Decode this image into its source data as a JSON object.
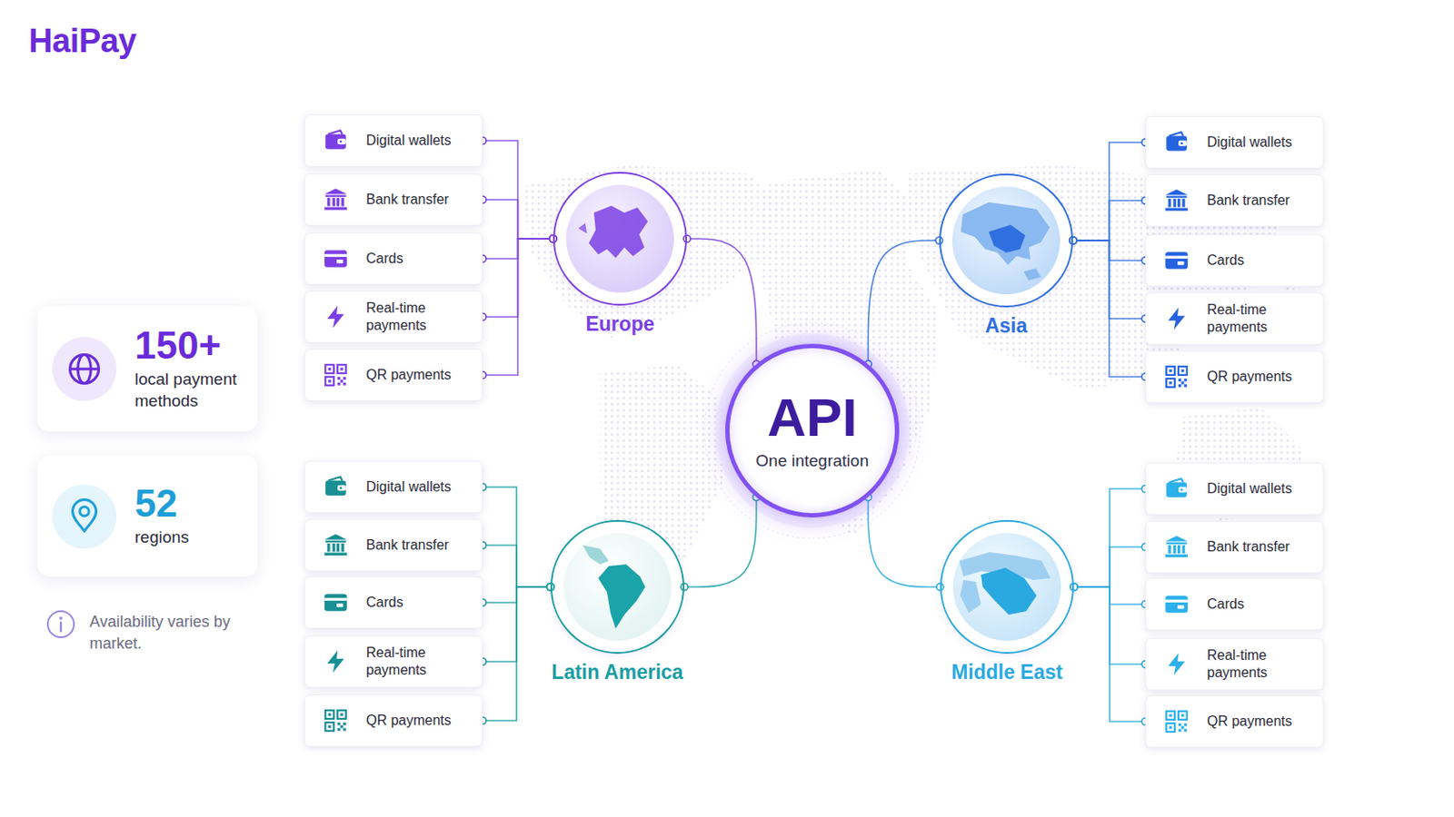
{
  "diagram": {
    "nodes": [
      {
        "text": [
          "150+",
          "local payment methods"
        ]
      },
      {
        "text": [
          "52",
          "regions"
        ]
      },
      {
        "text": [
          "Europe"
        ]
      },
      {
        "text": [
          "Asia"
        ]
      },
      {
        "text": [
          "API",
          "One integration"
        ]
      },
      {
        "text": [
          "Latin America"
        ]
      },
      {
        "text": [
          "Middle East"
        ]
      },
      {
        "text": [
          "Digital wallets"
        ]
      },
      {
        "text": [
          "Bank transfer"
        ]
      },
      {
        "text": [
          "Cards"
        ]
      },
      {
        "text": [
          "Real-time payments"
        ]
      },
      {
        "text": [
          "QR payments"
        ]
      },
      {
        "text": [
          "Digital wallets"
        ]
      },
      {
        "text": [
          "Bank transfer"
        ]
      },
      {
        "text": [
          "Cards"
        ]
      },
      {
        "text": [
          "Real-time payments"
        ]
      },
      {
        "text": [
          "QR payments"
        ]
      },
      {
        "text": [
          "Digital wallets"
        ]
      },
      {
        "text": [
          "Bank transfer"
        ]
      },
      {
        "text": [
          "Cards"
        ]
      },
      {
        "text": [
          "Real-time payments"
        ]
      },
      {
        "text": [
          "QR payments"
        ]
      },
      {
        "text": [
          "Digital wallets"
        ]
      },
      {
        "text": [
          "Bank transfer"
        ]
      },
      {
        "text": [
          "Cards"
        ]
      },
      {
        "text": [
          "Real-time payments"
        ]
      },
      {
        "text": [
          "QR payments"
        ]
      }
    ],
    "edges": [
      {
        "from": 4,
        "to": 2,
        "arrow": "none"
      },
      {
        "from": 4,
        "to": 3,
        "arrow": "none"
      },
      {
        "from": 4,
        "to": 5,
        "arrow": "none"
      },
      {
        "from": 4,
        "to": 6,
        "arrow": "none"
      },
      {
        "from": 2,
        "to": 7,
        "arrow": "none"
      },
      {
        "from": 2,
        "to": 8,
        "arrow": "none"
      },
      {
        "from": 2,
        "to": 9,
        "arrow": "none"
      },
      {
        "from": 2,
        "to": 10,
        "arrow": "none"
      },
      {
        "from": 2,
        "to": 11,
        "arrow": "none"
      },
      {
        "from": 3,
        "to": 12,
        "arrow": "none"
      },
      {
        "from": 3,
        "to": 13,
        "arrow": "none"
      },
      {
        "from": 3,
        "to": 14,
        "arrow": "none"
      },
      {
        "from": 3,
        "to": 15,
        "arrow": "none"
      },
      {
        "from": 3,
        "to": 16,
        "arrow": "none"
      },
      {
        "from": 5,
        "to": 17,
        "arrow": "none"
      },
      {
        "from": 5,
        "to": 18,
        "arrow": "none"
      },
      {
        "from": 5,
        "to": 19,
        "arrow": "none"
      },
      {
        "from": 5,
        "to": 20,
        "arrow": "none"
      },
      {
        "from": 5,
        "to": 21,
        "arrow": "none"
      },
      {
        "from": 6,
        "to": 22,
        "arrow": "none"
      },
      {
        "from": 6,
        "to": 23,
        "arrow": "none"
      },
      {
        "from": 6,
        "to": 24,
        "arrow": "none"
      },
      {
        "from": 6,
        "to": 25,
        "arrow": "none"
      },
      {
        "from": 6,
        "to": 26,
        "arrow": "none"
      }
    ],
    "labels": [
      "HaiPay",
      "Availability varies by market."
    ]
  }
}
